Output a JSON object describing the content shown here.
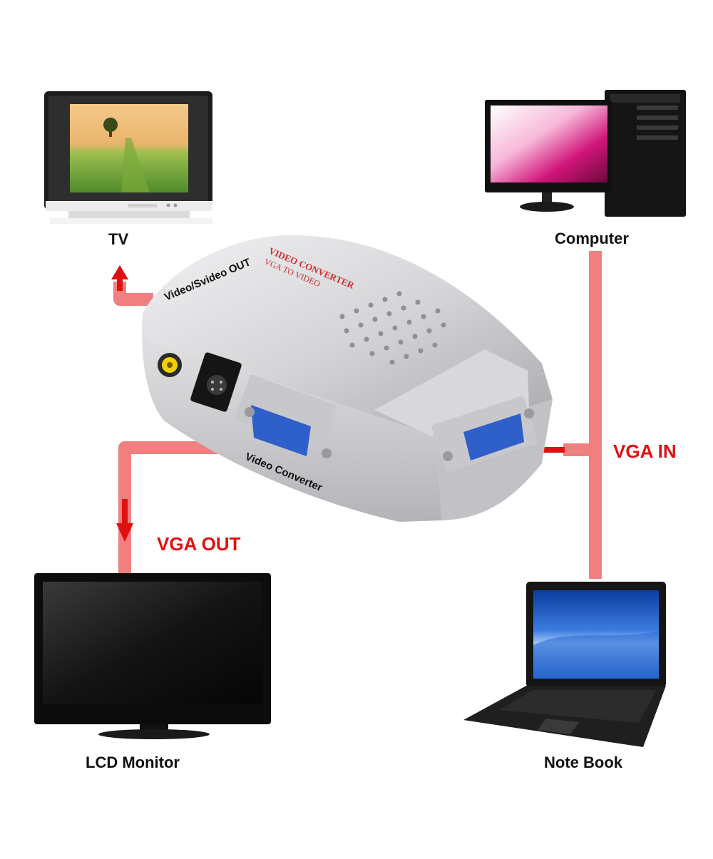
{
  "devices": {
    "tv": "TV",
    "computer": "Computer",
    "lcd_monitor": "LCD Monitor",
    "note_book": "Note Book"
  },
  "connections": {
    "video_out": "Video/Svideo OUT",
    "vga_in": "VGA IN",
    "vga_out": "VGA OUT"
  },
  "converter": {
    "label": "Video Converter",
    "brand_line1": "VIDEO CONVERTER",
    "brand_line2": "VGA TO VIDEO"
  },
  "colors": {
    "connector": "#f08080",
    "arrow": "#e01010",
    "accent_text": "#e01010",
    "device_body": "#1a1a1a",
    "converter_body": "#d9d9dc"
  }
}
